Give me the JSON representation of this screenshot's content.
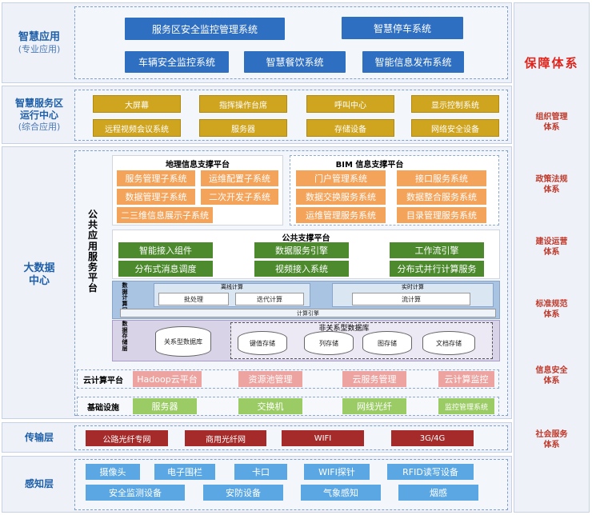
{
  "smart_app": {
    "label": "智慧应用",
    "sub": "(专业应用)",
    "row1": [
      "服务区安全监控管理系统",
      "智慧停车系统"
    ],
    "row2": [
      "车辆安全监控系统",
      "智慧餐饮系统",
      "智能信息发布系统"
    ]
  },
  "ops_center": {
    "label_line1": "智慧服务区",
    "label_line2": "运行中心",
    "sub": "(综合应用)",
    "row1": [
      "大屏幕",
      "指挥操作台席",
      "呼叫中心",
      "显示控制系统"
    ],
    "row2": [
      "远程视频会议系统",
      "服务器",
      "存储设备",
      "网络安全设备"
    ]
  },
  "big_data": {
    "label_line1": "大数据",
    "label_line2": "中心",
    "public_platform_vertical": [
      "公",
      "共",
      "应",
      "用",
      "服",
      "务",
      "平",
      "台"
    ],
    "geo": {
      "title": "地理信息支撑平台",
      "items": [
        "服务管理子系统",
        "运维配置子系统",
        "数据管理子系统",
        "二次开发子系统",
        "二三维信息展示子系统"
      ]
    },
    "bim": {
      "title": "BIM 信息支撑平台",
      "items": [
        "门户管理系统",
        "接口服务系统",
        "数据交换服务系统",
        "数据整合服务系统",
        "运维管理服务系统",
        "目录管理服务系统"
      ]
    },
    "common": {
      "title": "公共支撑平台",
      "items": [
        "智能接入组件",
        "数据服务引擎",
        "工作流引擎",
        "分布式消息调度",
        "视频接入系统",
        "分布式并行计算服务"
      ]
    },
    "compute": {
      "layer_label": [
        "数",
        "据",
        "计",
        "算",
        "层"
      ],
      "offline": "离线计算",
      "realtime": "实时计算",
      "batch": "批处理",
      "iterative": "迭代计算",
      "stream": "流计算",
      "engine": "计算引擎"
    },
    "storage": {
      "layer_label": [
        "数",
        "据",
        "存",
        "储",
        "层"
      ],
      "relational": "关系型数据库",
      "nosql_title": "非关系型数据库",
      "nosql_items": [
        "键值存储",
        "列存储",
        "图存储",
        "文档存储"
      ]
    },
    "cloud": {
      "label": "云计算平台",
      "items": [
        "Hadoop云平台",
        "资源池管理",
        "云服务管理",
        "云计算监控"
      ]
    },
    "infra": {
      "label": "基础设施",
      "items": [
        "服务器",
        "交换机",
        "网线光纤",
        "监控管理系统"
      ]
    }
  },
  "transport": {
    "label": "传输层",
    "items": [
      "公路光纤专网",
      "商用光纤网",
      "WIFI",
      "3G/4G"
    ]
  },
  "perception": {
    "label": "感知层",
    "row1": [
      "摄像头",
      "电子围栏",
      "卡口",
      "WIFI探针",
      "RFID读写设备"
    ],
    "row2": [
      "安全监测设备",
      "安防设备",
      "气象感知",
      "烟感"
    ]
  },
  "guarantee": {
    "title": "保障体系",
    "items": [
      [
        "组织管理",
        "体系"
      ],
      [
        "政策法规",
        "体系"
      ],
      [
        "建设运营",
        "体系"
      ],
      [
        "标准规范",
        "体系"
      ],
      [
        "信息安全",
        "体系"
      ],
      [
        "社会服务",
        "体系"
      ]
    ]
  }
}
